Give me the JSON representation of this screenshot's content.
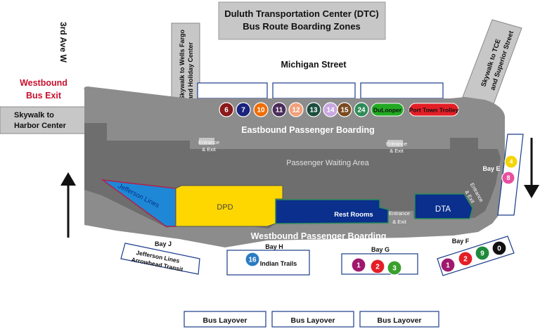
{
  "title": {
    "line1": "Duluth Transportation Center (DTC)",
    "line2": "Bus Route Boarding Zones"
  },
  "streets": {
    "third_ave": "3rd Ave W",
    "michigan": "Michigan Street"
  },
  "westbound_exit": {
    "line1": "Westbound",
    "line2": "Bus Exit"
  },
  "skywalks": {
    "harbor_center": {
      "line1": "Skywalk to",
      "line2": "Harbor Center"
    },
    "wells_fargo": {
      "line1": "Skywalk to Wells Fargo",
      "line2": "and Holiday Center"
    },
    "tce": {
      "line1": "Skywalk to TCE",
      "line2": "and Superior Street"
    }
  },
  "areas": {
    "eastbound": "Eastbound Passenger Boarding",
    "westbound": "Westbound Passenger Boarding",
    "waiting": "Passenger Waiting Area",
    "jefferson": "Jefferson Lines",
    "dpd": "DPD",
    "restrooms": "Rest Rooms",
    "dta": "DTA"
  },
  "entrances": {
    "line1": "Entrance",
    "line2": "& Exit"
  },
  "bays": {
    "e": "Bay E",
    "f": "Bay F",
    "g": "Bay G",
    "h": "Bay H",
    "j": "Bay J"
  },
  "bay_j_label": {
    "line1": "Jefferson Lines",
    "line2": "Arrowhead Transit"
  },
  "indian_trails": "Indian Trails",
  "layover": [
    "Bus Layover",
    "Bus Layover",
    "Bus Layover"
  ],
  "eastbound_routes": [
    {
      "label": "6",
      "color": "#8b1a1a"
    },
    {
      "label": "7",
      "color": "#1a237e"
    },
    {
      "label": "10",
      "color": "#ef6c00"
    },
    {
      "label": "11",
      "color": "#4a2c5a"
    },
    {
      "label": "12",
      "color": "#f0a07a"
    },
    {
      "label": "13",
      "color": "#1b4d3e"
    },
    {
      "label": "14",
      "color": "#c9a7e0"
    },
    {
      "label": "15",
      "color": "#7a4a1e"
    },
    {
      "label": "24",
      "color": "#2e8b57"
    }
  ],
  "eastbound_pills": [
    {
      "label": "DuLooper",
      "color": "#22aa22"
    },
    {
      "label": "Port Town Trolley",
      "color": "#e41e26"
    }
  ],
  "bay_e_routes": [
    {
      "label": "4",
      "color": "#f5d400"
    },
    {
      "label": "8",
      "color": "#e84f9e"
    }
  ],
  "bay_f_routes": [
    {
      "label": "1",
      "color": "#a0186e"
    },
    {
      "label": "2",
      "color": "#e41e26"
    },
    {
      "label": "9",
      "color": "#1f8a3c"
    },
    {
      "label": "0",
      "color": "#111111"
    }
  ],
  "bay_g_routes": [
    {
      "label": "1",
      "color": "#a0186e"
    },
    {
      "label": "2",
      "color": "#e41e26"
    },
    {
      "label": "3",
      "color": "#3aa02c"
    }
  ],
  "bay_h_routes": [
    {
      "label": "16",
      "color": "#2a7cc4"
    }
  ],
  "colors": {
    "building_outer": "#8c8c8c",
    "building_inner": "#6e6e6e",
    "jefferson": "#1e88d6",
    "dpd": "#ffd700",
    "restrooms": "#0a2f8c",
    "dta": "#0a2f8c",
    "westbound_exit": "#c8102e",
    "zone_border": "#1a3c8a"
  }
}
